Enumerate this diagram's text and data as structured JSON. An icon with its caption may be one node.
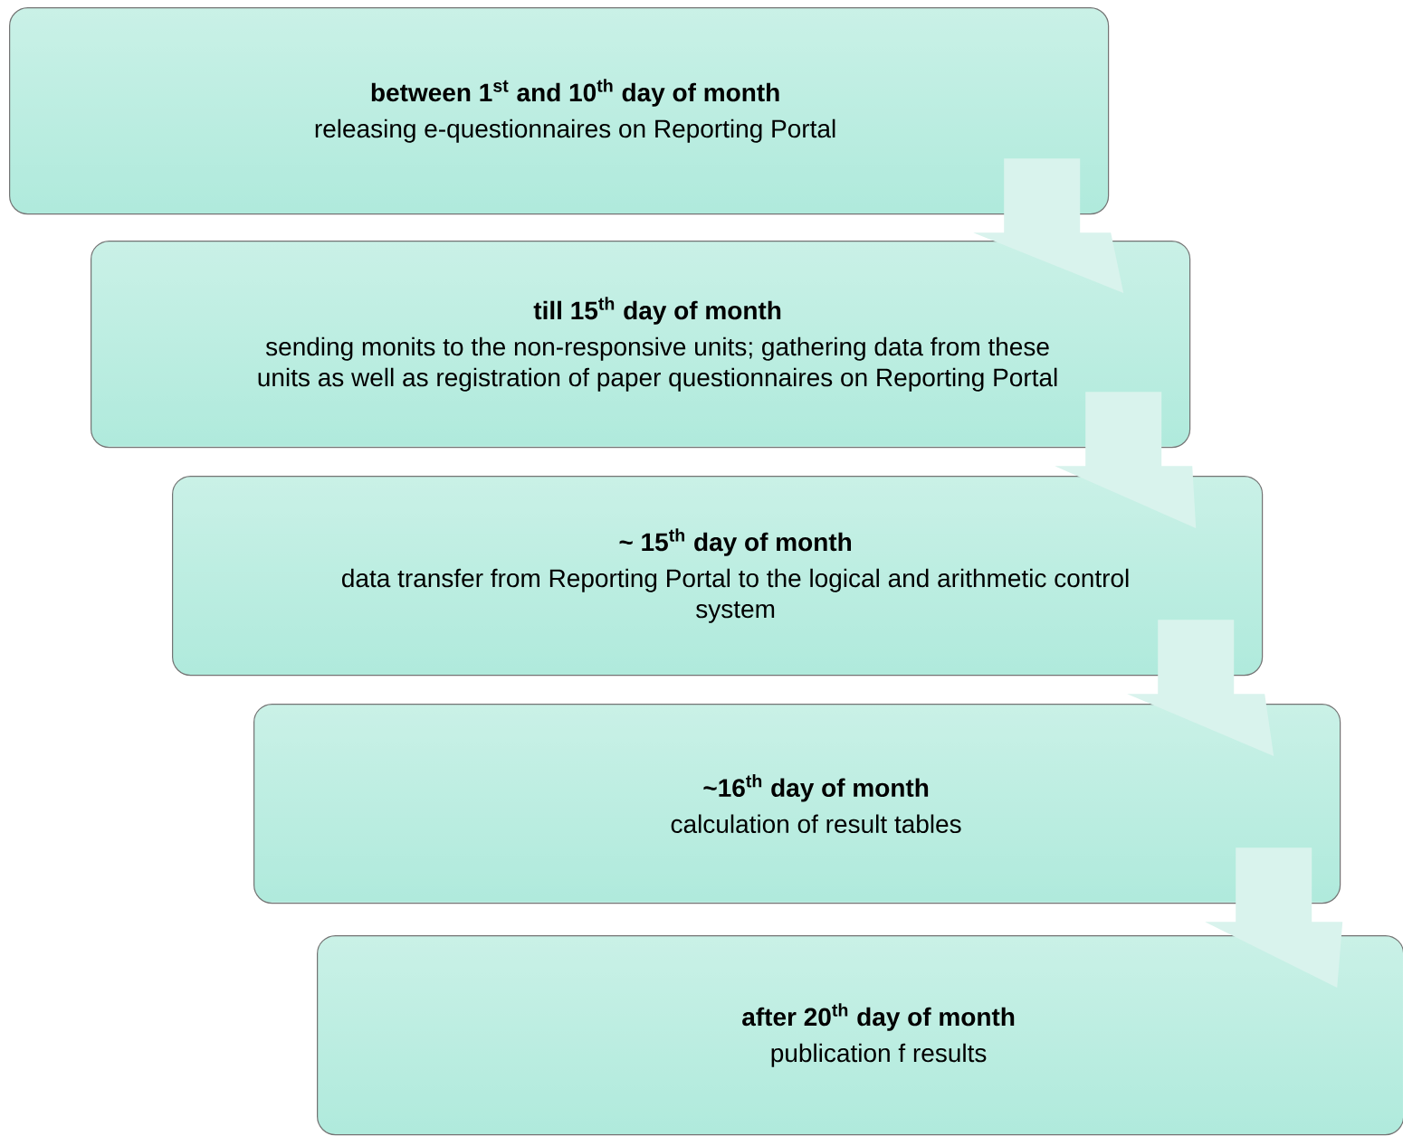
{
  "diagram": {
    "nodes": [
      {
        "text": [
          "between 1$^{st}$ and 10$^{th}$ day of month",
          "releasing e-questionnaires on Reporting Portal"
        ]
      },
      {
        "text": [
          "till 15$^{th}$ day of month",
          "sending monits to the non-responsive units; gathering data from these units as well as registration of paper questionnaires on Reporting Portal"
        ]
      },
      {
        "text": [
          "~ 15$^{th}$ day of month",
          "data transfer from Reporting Portal to the logical and arithmetic control system"
        ]
      },
      {
        "text": [
          "~16$^{th}$ day of month",
          "calculation of result tables"
        ]
      },
      {
        "text": [
          "after 20$^{th}$ day of month",
          "publication f results"
        ]
      }
    ],
    "edges": [
      {
        "from": 0,
        "to": 1,
        "arrow": "to"
      },
      {
        "from": 1,
        "to": 2,
        "arrow": "to"
      },
      {
        "from": 2,
        "to": 3,
        "arrow": "to"
      },
      {
        "from": 3,
        "to": 4,
        "arrow": "to"
      }
    ]
  }
}
